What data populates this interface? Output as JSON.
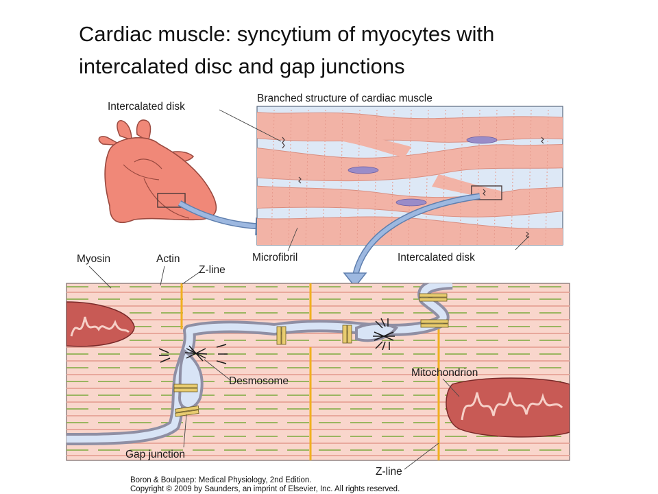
{
  "title": {
    "line1": "Cardiac muscle: syncytium of myocytes with",
    "line2": "intercalated disc and gap junctions"
  },
  "labels": {
    "intercalated_disk_top": "Intercalated disk",
    "branched_structure": "Branched structure of cardiac muscle",
    "microfibril": "Microfibril",
    "intercalated_disk_bottom": "Intercalated disk",
    "myosin": "Myosin",
    "actin": "Actin",
    "z_line_top": "Z-line",
    "desmosome": "Desmosome",
    "mitochondrion": "Mitochondrion",
    "gap_junction": "Gap junction",
    "z_line_bottom": "Z-line"
  },
  "credit": {
    "line1": "Boron & Boulpaep: Medical Physiology, 2nd Edition.",
    "line2": "Copyright © 2009 by Saunders, an imprint of Elsevier, Inc. All rights reserved."
  },
  "colors": {
    "muscle": "#f2b3a6",
    "heart": "#f08878",
    "background_blue": "#dde8f6",
    "actin_line": "#7aaa3c",
    "myosin_line": "#e8a89c",
    "z_line": "#f0b020",
    "membrane": "#9a9aae",
    "mitochondrion": "#c85a55",
    "nucleus": "#9a8cc8",
    "arrow": "#7f9fcf"
  }
}
